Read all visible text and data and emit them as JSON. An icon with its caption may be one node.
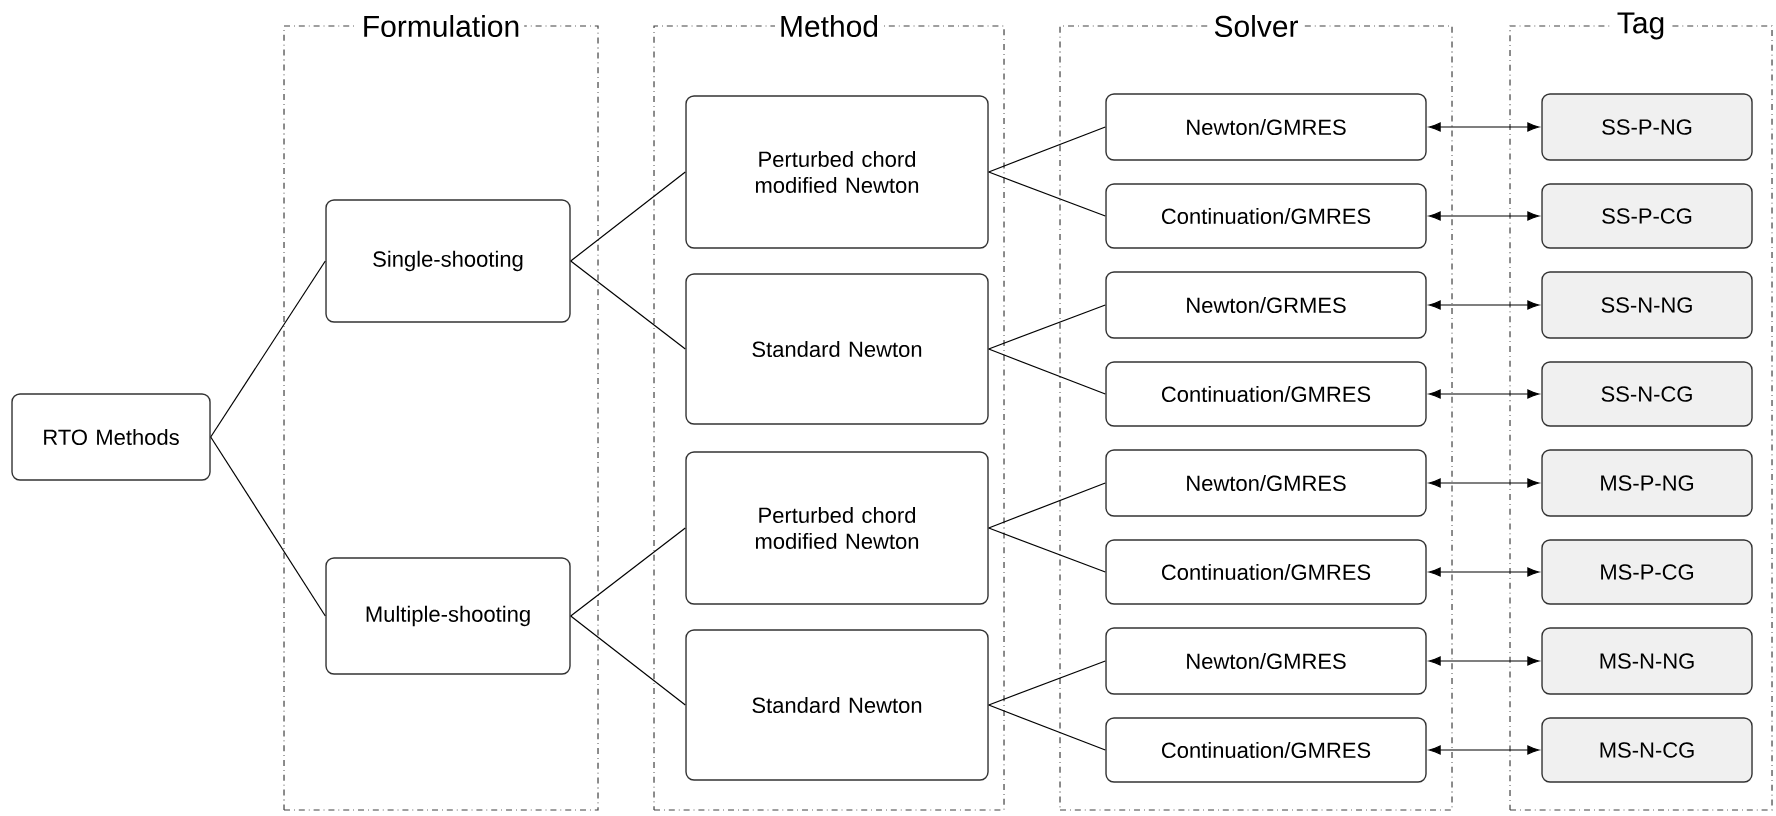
{
  "diagram": {
    "nodes": [
      {
        "text": [
          "RTO Methods"
        ]
      },
      {
        "text": [
          "Formulation"
        ]
      },
      {
        "text": [
          "Single-shooting"
        ],
        "in": 1
      },
      {
        "text": [
          "Multiple-shooting"
        ],
        "in": 1
      },
      {
        "text": [
          "Method"
        ]
      },
      {
        "text": [
          "Perturbed chord modified Newton"
        ],
        "in": 4
      },
      {
        "text": [
          "Standard Newton"
        ],
        "in": 4
      },
      {
        "text": [
          "Perturbed chord modified Newton"
        ],
        "in": 4
      },
      {
        "text": [
          "Standard Newton"
        ],
        "in": 4
      },
      {
        "text": [
          "Solver"
        ]
      },
      {
        "text": [
          "Newton/GMRES"
        ],
        "in": 9
      },
      {
        "text": [
          "Continuation/GMRES"
        ],
        "in": 9
      },
      {
        "text": [
          "Newton/GRMES"
        ],
        "in": 9
      },
      {
        "text": [
          "Continuation/GMRES"
        ],
        "in": 9
      },
      {
        "text": [
          "Newton/GMRES"
        ],
        "in": 9
      },
      {
        "text": [
          "Continuation/GMRES"
        ],
        "in": 9
      },
      {
        "text": [
          "Newton/GMRES"
        ],
        "in": 9
      },
      {
        "text": [
          "Continuation/GMRES"
        ],
        "in": 9
      },
      {
        "text": [
          "Tag"
        ]
      },
      {
        "text": [
          "SS-P-NG"
        ],
        "in": 18
      },
      {
        "text": [
          "SS-P-CG"
        ],
        "in": 18
      },
      {
        "text": [
          "SS-N-NG"
        ],
        "in": 18
      },
      {
        "text": [
          "SS-N-CG"
        ],
        "in": 18
      },
      {
        "text": [
          "MS-P-NG"
        ],
        "in": 18
      },
      {
        "text": [
          "MS-P-CG"
        ],
        "in": 18
      },
      {
        "text": [
          "MS-N-NG"
        ],
        "in": 18
      },
      {
        "text": [
          "MS-N-CG"
        ],
        "in": 18
      }
    ],
    "edges": [
      {
        "from": 0,
        "to": 2,
        "arrow": "none"
      },
      {
        "from": 0,
        "to": 3,
        "arrow": "none"
      },
      {
        "from": 2,
        "to": 5,
        "arrow": "none"
      },
      {
        "from": 2,
        "to": 6,
        "arrow": "none"
      },
      {
        "from": 3,
        "to": 7,
        "arrow": "none"
      },
      {
        "from": 3,
        "to": 8,
        "arrow": "none"
      },
      {
        "from": 5,
        "to": 10,
        "arrow": "none"
      },
      {
        "from": 5,
        "to": 11,
        "arrow": "none"
      },
      {
        "from": 6,
        "to": 12,
        "arrow": "none"
      },
      {
        "from": 6,
        "to": 13,
        "arrow": "none"
      },
      {
        "from": 7,
        "to": 14,
        "arrow": "none"
      },
      {
        "from": 7,
        "to": 15,
        "arrow": "none"
      },
      {
        "from": 8,
        "to": 16,
        "arrow": "none"
      },
      {
        "from": 8,
        "to": 17,
        "arrow": "none"
      },
      {
        "from": 10,
        "to": 19,
        "arrow": "both"
      },
      {
        "from": 11,
        "to": 20,
        "arrow": "both"
      },
      {
        "from": 12,
        "to": 21,
        "arrow": "both"
      },
      {
        "from": 13,
        "to": 22,
        "arrow": "both"
      },
      {
        "from": 14,
        "to": 23,
        "arrow": "both"
      },
      {
        "from": 15,
        "to": 24,
        "arrow": "both"
      },
      {
        "from": 16,
        "to": 25,
        "arrow": "both"
      },
      {
        "from": 17,
        "to": 26,
        "arrow": "both"
      }
    ]
  }
}
